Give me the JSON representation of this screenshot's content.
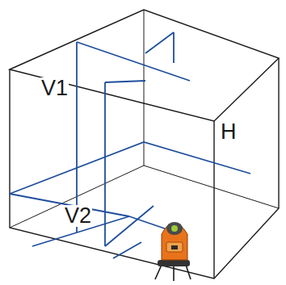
{
  "diagram": {
    "labels": [
      "V1",
      "H",
      "V2"
    ]
  }
}
